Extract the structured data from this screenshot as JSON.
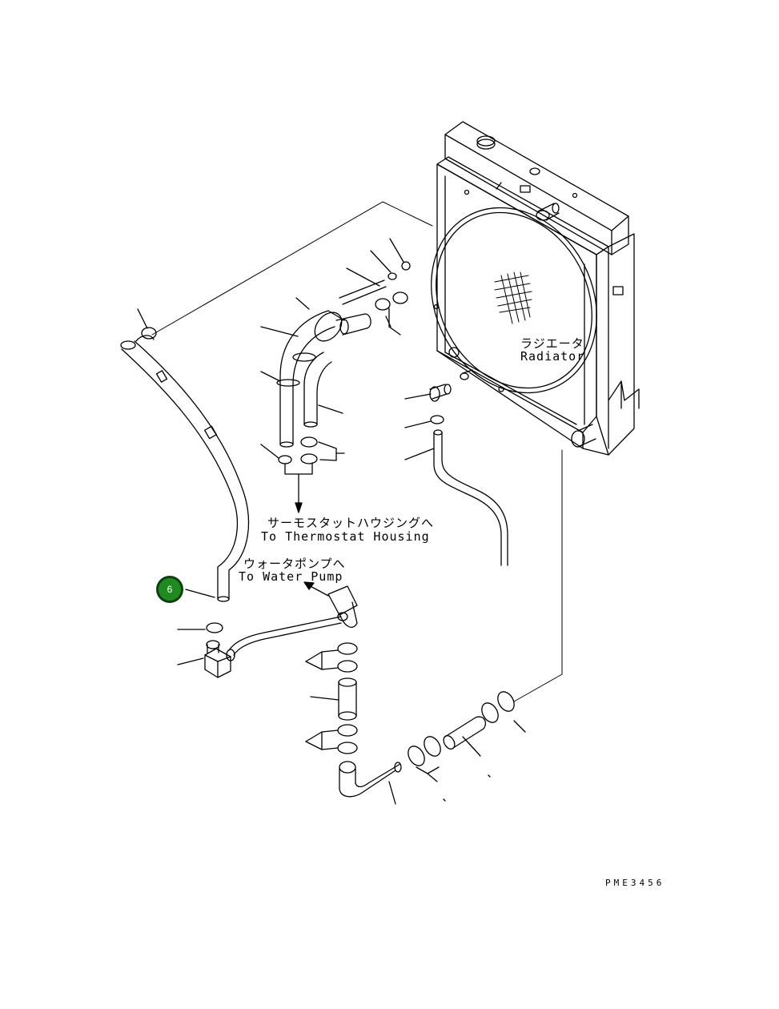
{
  "radiator": {
    "label_jp": "ラジエータ",
    "label_en": "Radiator"
  },
  "thermostat": {
    "label_jp": "サーモスタットハウジングへ",
    "label_en": "To Thermostat Housing"
  },
  "water_pump": {
    "label_jp": "ウォータポンプへ",
    "label_en": "To Water Pump"
  },
  "callout": {
    "number": "6",
    "color": "#1f8a1f"
  },
  "drawing_code": "PME3456"
}
